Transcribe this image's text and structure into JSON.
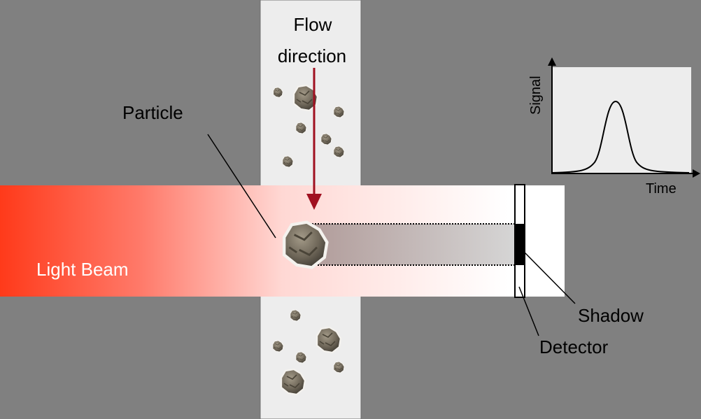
{
  "labels": {
    "flow_line1": "Flow",
    "flow_line2": "direction",
    "particle": "Particle",
    "light_beam": "Light Beam",
    "shadow": "Shadow",
    "detector": "Detector",
    "signal_axis": "Signal",
    "time_axis": "Time"
  },
  "colors": {
    "background": "#808080",
    "channel": "#ededed",
    "beam_start": "#ff3a1a",
    "beam_end": "#ffffff",
    "flow_arrow": "#a01020",
    "particle": "#7a7264",
    "shadow": "#000000"
  },
  "icons": {
    "particle": "rock-particle",
    "flow": "down-arrow"
  }
}
